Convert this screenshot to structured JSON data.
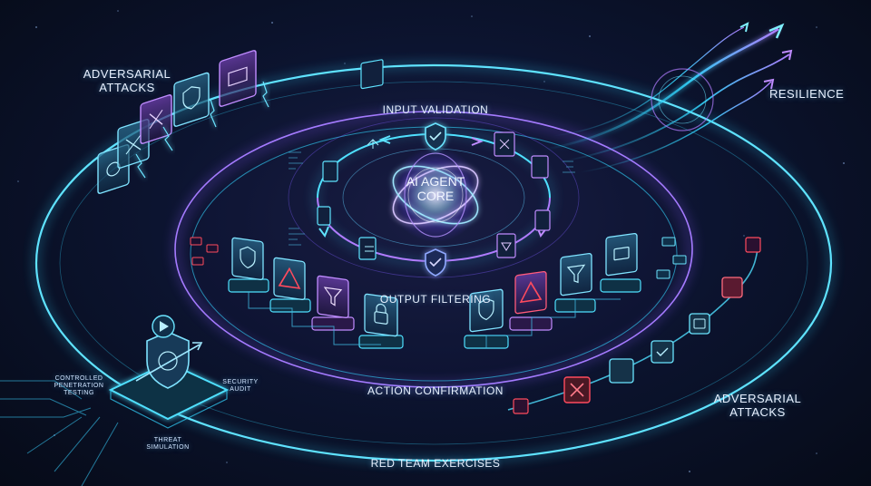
{
  "labels": {
    "adversarial_attacks_left": [
      "ADVERSARIAL",
      "ATTACKS"
    ],
    "resilience": "RESILIENCE",
    "input_validation": "INPUT VALIDATION",
    "core": [
      "AI AGENT",
      "CORE"
    ],
    "output_filtering": "OUTPUT FILTERING",
    "action_confirmation": "ACTION CONFIRMATION",
    "adversarial_attacks_right": [
      "ADVERSARIAL",
      "ATTACKS"
    ],
    "red_team_exercises": "RED TEAM EXERCISES",
    "controlled_testing": [
      "CONTROLLED",
      "PENETRATION",
      "TESTING"
    ],
    "security_audit": [
      "SECURITY",
      "AUDIT"
    ],
    "threat_simulation": [
      "THREAT",
      "SIMULATION"
    ]
  },
  "colors": {
    "background": "#070d1c",
    "cyan": "#33d6ff",
    "purple": "#a86bff",
    "threat_red": "#ff3b4e"
  },
  "icons": {
    "shield": "shield-icon",
    "warning": "warning-icon",
    "funnel": "funnel-icon",
    "lock": "lock-icon",
    "cross": "cross-icon",
    "node": "network-icon",
    "arrow": "arrow-icon"
  }
}
